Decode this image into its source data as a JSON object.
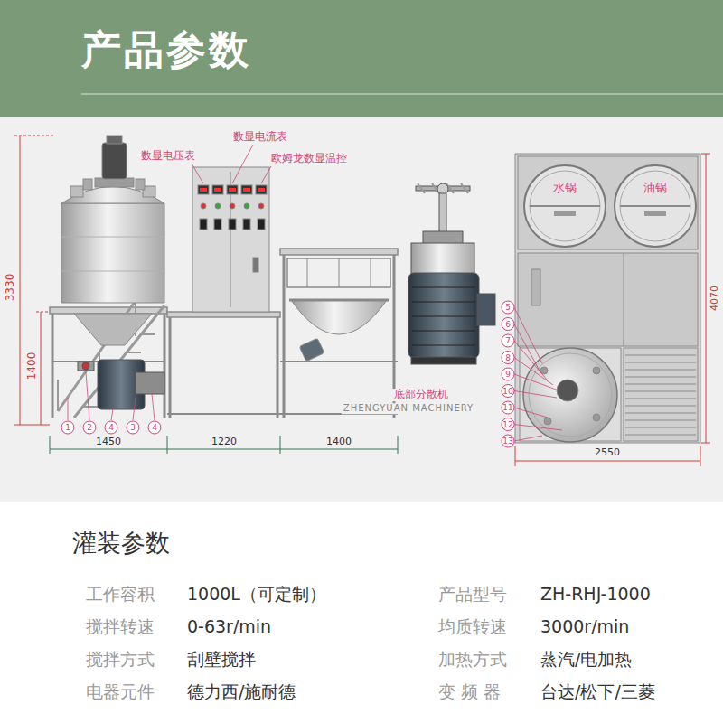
{
  "diagram": {
    "title": "产品参数",
    "nodes": [
      {
        "text": [
          "水锅"
        ]
      },
      {
        "text": [
          "油锅"
        ]
      }
    ],
    "labels": [
      "数显电压表",
      "数显电流表",
      "欧姆龙数显温控",
      "底部分散机",
      "3330",
      "1400",
      "1450",
      "1220",
      "1400",
      "4070",
      "2550",
      "1",
      "2",
      "4",
      "3",
      "4",
      "5",
      "6",
      "7",
      "8",
      "9",
      "10",
      "11",
      "12",
      "13",
      "ZHENGYUAN MACHINERY",
      "灌装参数",
      "工作容积",
      "1000L（可定制）",
      "产品型号",
      "ZH-RHJ-1000",
      "搅拌转速",
      "0-63r/min",
      "均质转速",
      "3000r/min",
      "搅拌方式",
      "刮壁搅拌",
      "加热方式",
      "蒸汽/电加热",
      "电器元件",
      "德力西/施耐德",
      "变 频 器",
      "台达/松下/三菱"
    ]
  }
}
